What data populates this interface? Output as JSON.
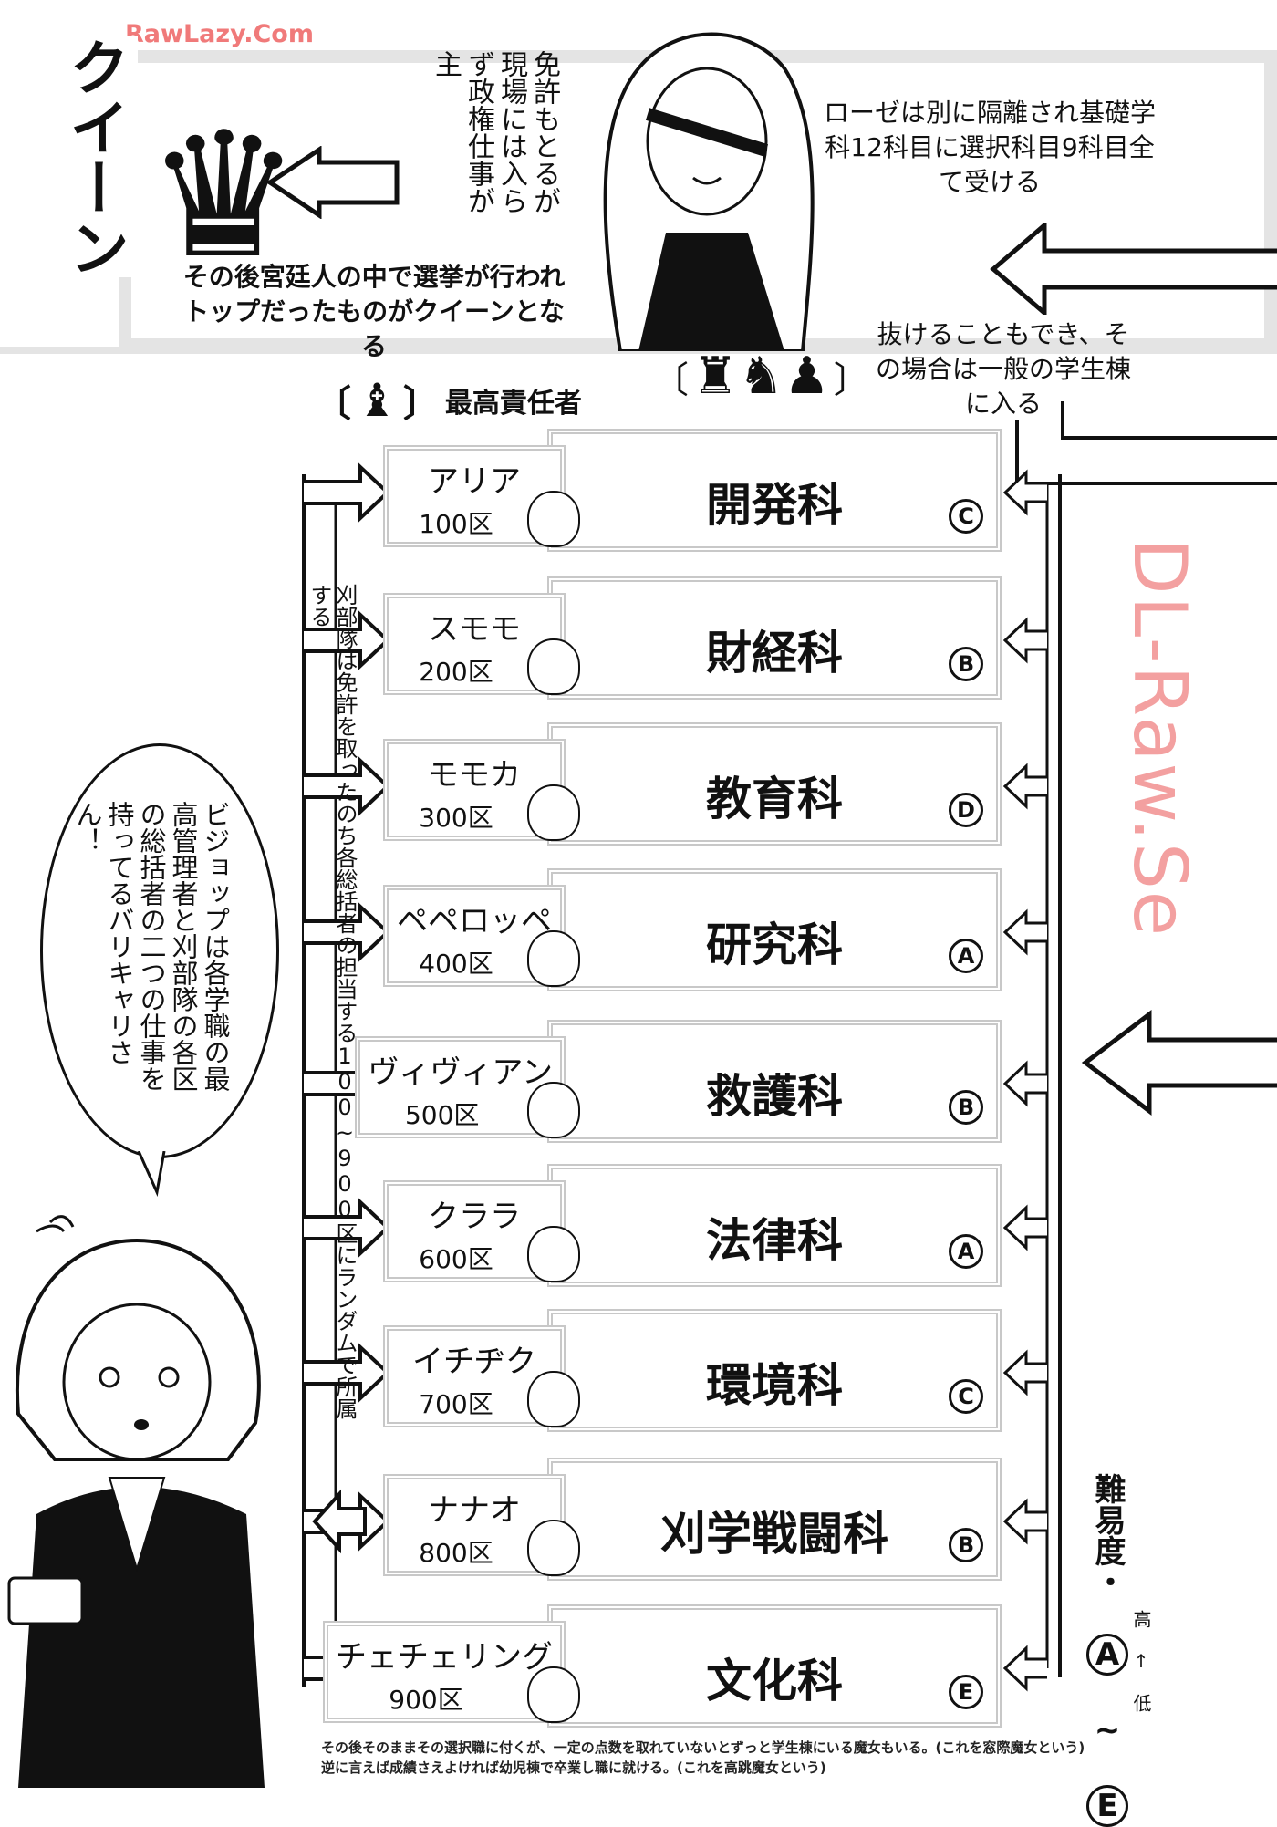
{
  "watermarks": {
    "top": "RawLazy.Com",
    "middle": "DL-Raw.Se"
  },
  "queen": {
    "title": "クイーン",
    "duty_note": "免許もとるが現場には入らず政権仕事が主",
    "election_note": "その後宮廷人の中で選挙が行われトップだったものがクイーンとなる"
  },
  "rose_note": "ローゼは別に隔離され基礎学科12科目に選択科目9科目全て受ける",
  "exit_note": "抜けることもでき、その場合は一般の学生棟に入る",
  "bishop_label": {
    "open": "〔",
    "piece": "♝",
    "close": "〕",
    "text": "最高責任者"
  },
  "pieces_label": {
    "open": "〔",
    "pieces": "♜♞♟",
    "close": "〕"
  },
  "vertical_note": "刈部隊は免許を取ったのち各総括者の担当する100~900区にランダムで所属する",
  "speech_bubble": "ビジョップは各学職の最高管理者と刈部隊の各区の総括者の二つの仕事を持ってるバリキャリさん！",
  "departments": [
    {
      "leader": "アリア",
      "district": "100区",
      "department": "開発科",
      "grade": "C"
    },
    {
      "leader": "スモモ",
      "district": "200区",
      "department": "財経科",
      "grade": "B"
    },
    {
      "leader": "モモカ",
      "district": "300区",
      "department": "教育科",
      "grade": "D"
    },
    {
      "leader": "ペペロッペ",
      "district": "400区",
      "department": "研究科",
      "grade": "A"
    },
    {
      "leader": "ヴィヴィアン",
      "district": "500区",
      "department": "救護科",
      "grade": "B"
    },
    {
      "leader": "クララ",
      "district": "600区",
      "department": "法律科",
      "grade": "A"
    },
    {
      "leader": "イチヂク",
      "district": "700区",
      "department": "環境科",
      "grade": "C"
    },
    {
      "leader": "ナナオ",
      "district": "800区",
      "department": "刈学戦闘科",
      "grade": "B"
    },
    {
      "leader": "チェチェリング",
      "district": "900区",
      "department": "文化科",
      "grade": "E"
    }
  ],
  "difficulty": {
    "label": "難易度・",
    "high_grade": "A",
    "tilde": "~",
    "low_grade": "E",
    "high": "高",
    "arrow": "↑",
    "low": "低"
  },
  "footnote": [
    "その後そのままその選択職に付くが、一定の点数を取れていないとずっと学生棟にいる魔女もいる。(これを窓際魔女という)",
    "逆に言えば成績さえよければ幼児棟で卒業し職に就ける。(これを高跳魔女という)"
  ]
}
